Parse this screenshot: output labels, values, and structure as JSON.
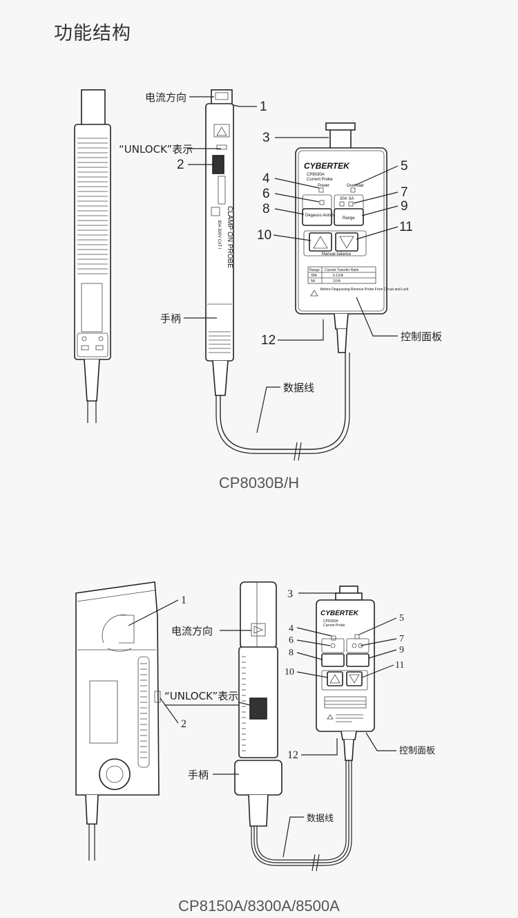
{
  "title": "功能结构",
  "model_top": "CP8030B/H",
  "model_bottom": "CP8150A/8300A/8500A",
  "labels": {
    "current_direction": "电流方向",
    "unlock": "“UNLOCK”表示",
    "handle": "手柄",
    "control_panel": "控制面板",
    "data_cable": "数据线"
  },
  "numbers": [
    "1",
    "2",
    "3",
    "4",
    "5",
    "6",
    "7",
    "8",
    "9",
    "10",
    "11",
    "12"
  ],
  "panel_top": {
    "brand": "CYBERTEK",
    "model": "CP8030A",
    "subtitle": "Current Probe",
    "power": "Power",
    "overload": "Overload",
    "range_a": "30A",
    "range_b": "5A",
    "degauss": "Degauss Autozero",
    "range": "Range",
    "manual_balance": "Manual balance",
    "table_head": [
      "Range",
      "Current Transfer Ratio"
    ],
    "table_rows": [
      [
        "30A",
        "0.1V/A"
      ],
      [
        "5A",
        "1V/A"
      ]
    ],
    "warning": "Before Degaussing Remove Probe From Circuit and Lock"
  },
  "panel_bottom": {
    "brand": "CYBERTEK",
    "model": "CP8150A",
    "subtitle": "Current Probe"
  },
  "probe_text": {
    "clamp_on_probe": "CLAMP ON PROBE",
    "cat": "30A 300V CAT I"
  }
}
